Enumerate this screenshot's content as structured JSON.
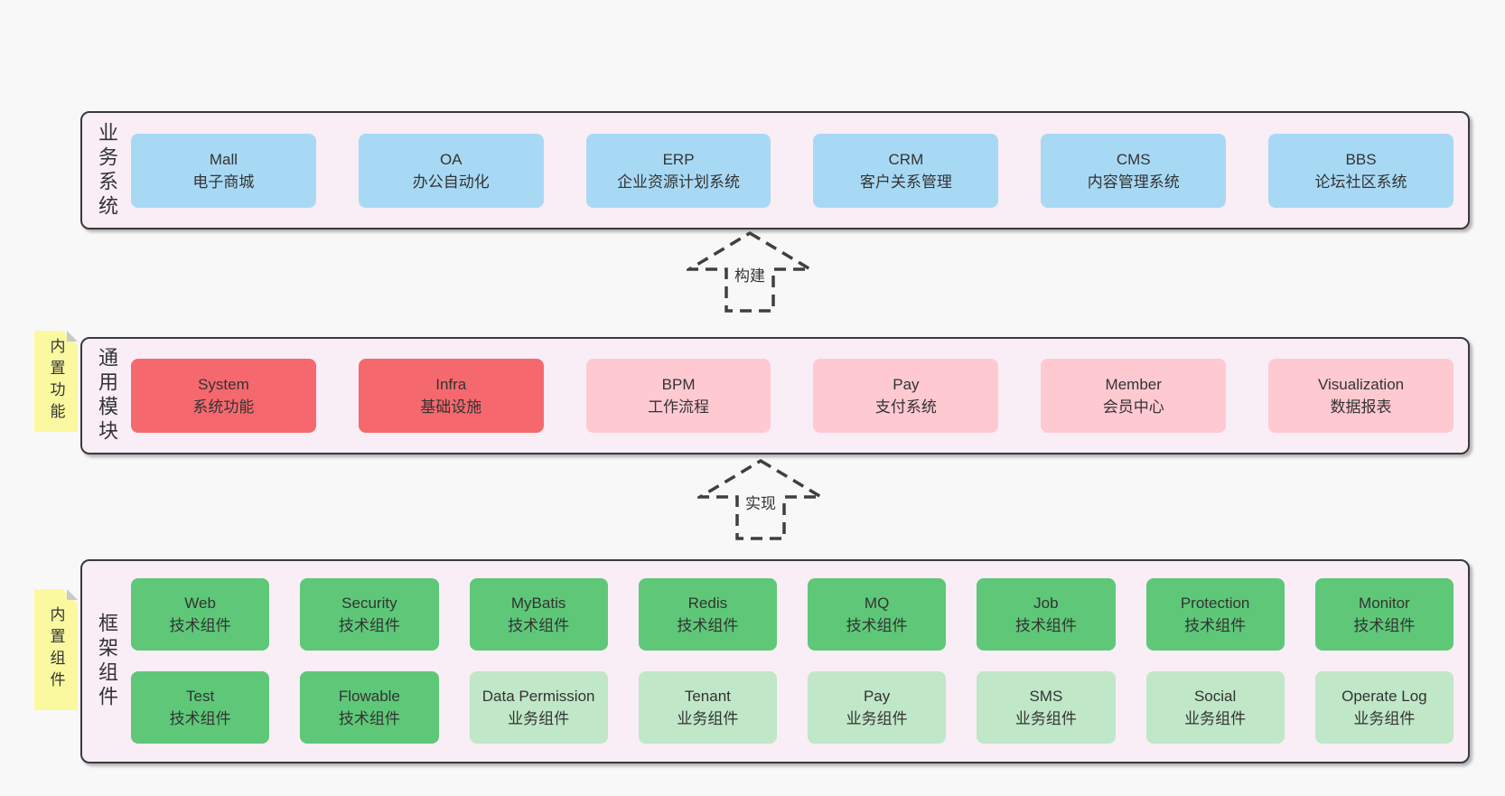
{
  "palette": {
    "page_bg": "#f8f8f8",
    "container_bg": "#f9edf6",
    "container_border": "#3a3a3a",
    "box_blue": "#a8d9f4",
    "box_red": "#f5696e",
    "box_pink": "#ffc9d2",
    "box_green": "#5ec878",
    "box_light_green": "#c0e7c7",
    "sticky_yellow": "#fbf9a0",
    "sticky_fold": "#c9c9c9",
    "text": "#333333",
    "arrow": "#3f3f3f"
  },
  "layers": [
    {
      "label": "业务系统",
      "boxes": [
        {
          "name": "Mall",
          "subtitle": "电子商城"
        },
        {
          "name": "OA",
          "subtitle": "办公自动化"
        },
        {
          "name": "ERP",
          "subtitle": "企业资源计划系统"
        },
        {
          "name": "CRM",
          "subtitle": "客户关系管理"
        },
        {
          "name": "CMS",
          "subtitle": "内容管理系统"
        },
        {
          "name": "BBS",
          "subtitle": "论坛社区系统"
        }
      ]
    },
    {
      "label": "通用模块",
      "sticky_note": "内置功能",
      "boxes": [
        {
          "name": "System",
          "subtitle": "系统功能"
        },
        {
          "name": "Infra",
          "subtitle": "基础设施"
        },
        {
          "name": "BPM",
          "subtitle": "工作流程"
        },
        {
          "name": "Pay",
          "subtitle": "支付系统"
        },
        {
          "name": "Member",
          "subtitle": "会员中心"
        },
        {
          "name": "Visualization",
          "subtitle": "数据报表"
        }
      ]
    },
    {
      "label": "框架组件",
      "sticky_note": "内置组件",
      "rows": [
        [
          {
            "name": "Web",
            "subtitle": "技术组件"
          },
          {
            "name": "Security",
            "subtitle": "技术组件"
          },
          {
            "name": "MyBatis",
            "subtitle": "技术组件"
          },
          {
            "name": "Redis",
            "subtitle": "技术组件"
          },
          {
            "name": "MQ",
            "subtitle": "技术组件"
          },
          {
            "name": "Job",
            "subtitle": "技术组件"
          },
          {
            "name": "Protection",
            "subtitle": "技术组件"
          },
          {
            "name": "Monitor",
            "subtitle": "技术组件"
          }
        ],
        [
          {
            "name": "Test",
            "subtitle": "技术组件"
          },
          {
            "name": "Flowable",
            "subtitle": "技术组件"
          },
          {
            "name": "Data Permission",
            "subtitle": "业务组件"
          },
          {
            "name": "Tenant",
            "subtitle": "业务组件"
          },
          {
            "name": "Pay",
            "subtitle": "业务组件"
          },
          {
            "name": "SMS",
            "subtitle": "业务组件"
          },
          {
            "name": "Social",
            "subtitle": "业务组件"
          },
          {
            "name": "Operate Log",
            "subtitle": "业务组件"
          }
        ]
      ]
    }
  ],
  "arrows": [
    {
      "label": "构建"
    },
    {
      "label": "实现"
    }
  ]
}
